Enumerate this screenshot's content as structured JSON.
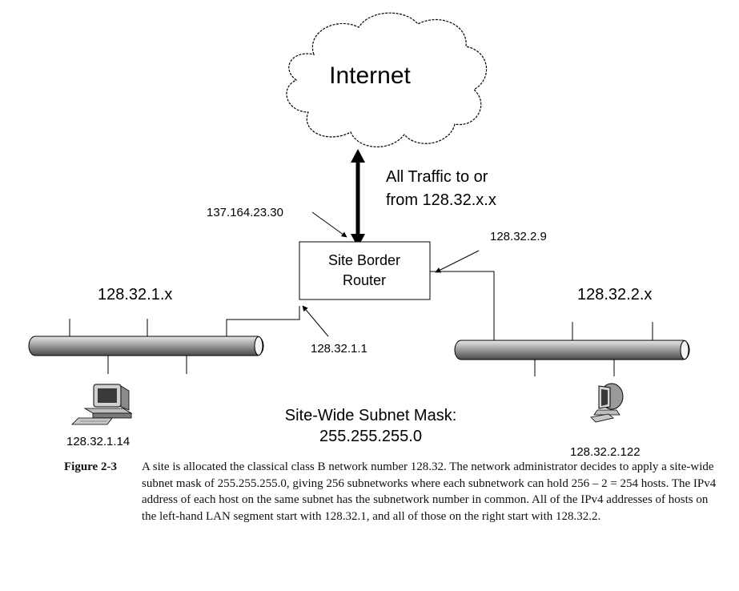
{
  "diagram": {
    "internet_label": "Internet",
    "traffic_label_line1": "All Traffic to or",
    "traffic_label_line2": "from 128.32.x.x",
    "router_label_line1": "Site Border",
    "router_label_line2": "Router",
    "router_external_ip": "137.164.23.30",
    "router_right_ip": "128.32.2.9",
    "router_left_ip": "128.32.1.1",
    "left_subnet": "128.32.1.x",
    "right_subnet": "128.32.2.x",
    "left_host_ip": "128.32.1.14",
    "right_host_ip": "128.32.2.122",
    "mask_line1": "Site-Wide Subnet Mask:",
    "mask_line2": "255.255.255.0"
  },
  "caption": {
    "label": "Figure 2-3",
    "text": "A site is allocated the classical class B network number 128.32. The network administrator decides to apply a site-wide subnet mask of 255.255.255.0, giving 256 subnetworks where each subnetwork can hold 256 – 2 = 254 hosts. The IPv4 address of each host on the same subnet has the subnetwork number in common. All of the IPv4 addresses of hosts on the left-hand LAN segment start with 128.32.1, and all of those on the right start with 128.32.2."
  }
}
